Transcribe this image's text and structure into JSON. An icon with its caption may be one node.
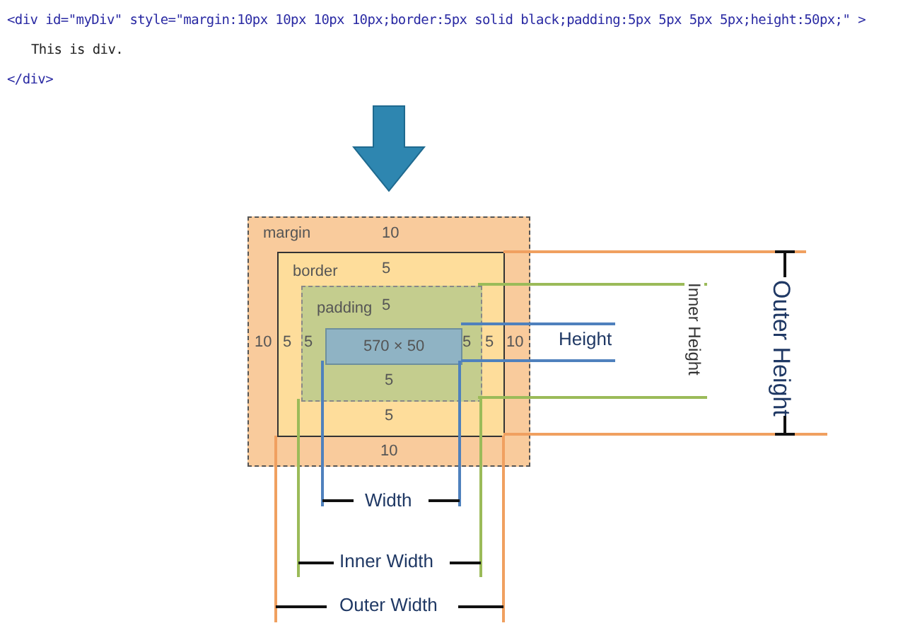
{
  "diagram": {
    "nodes": [
      {
        "text": [
          "margin"
        ]
      },
      {
        "text": [
          "border"
        ],
        "in": 0
      },
      {
        "text": [
          "padding"
        ],
        "in": 1
      },
      {
        "text": [
          "570 × 50"
        ],
        "in": 2
      }
    ],
    "edges": [],
    "labels": [
      "<div id=\"myDiv\" style=\"margin:10px 10px 10px 10px;border:5px solid black;padding:5px 5px 5px 5px;height:50px;\" >",
      "This is div.",
      "</div>",
      "10",
      "5",
      "5",
      "10",
      "5",
      "5",
      "5",
      "5",
      "10",
      "5",
      "5",
      "10",
      "Height",
      "Inner Height",
      "Outer Height",
      "Width",
      "Inner Width",
      "Outer Width"
    ]
  }
}
